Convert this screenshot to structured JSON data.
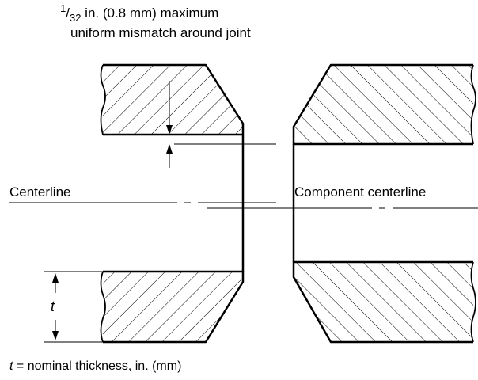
{
  "callout": {
    "numerator": "1",
    "denominator": "32",
    "line1_rest": " in. (0.8 mm) maximum",
    "line2": "uniform mismatch around joint"
  },
  "labels": {
    "centerline": "Centerline",
    "component_centerline": "Component centerline",
    "thickness_symbol": "t"
  },
  "legend": {
    "symbol": "t",
    "text": " =  nominal thickness, in. (mm)"
  }
}
